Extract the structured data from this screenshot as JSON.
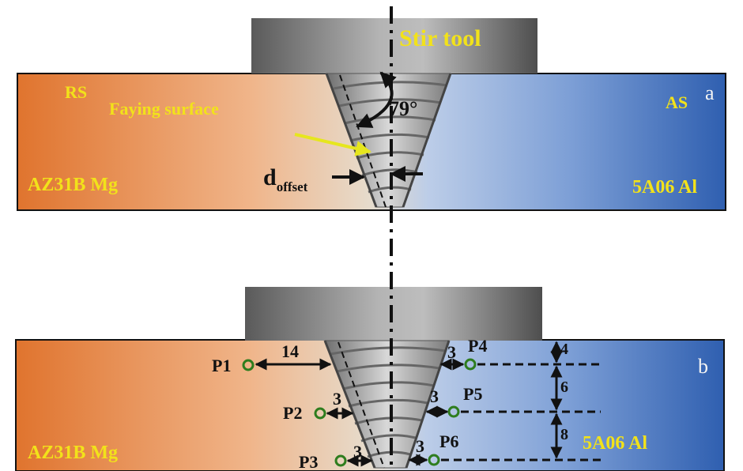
{
  "panel_a": {
    "tool_label": "Stir tool",
    "retreating_side": "RS",
    "advancing_side": "AS",
    "panel_letter": "a",
    "faying_surface": "Faying surface",
    "angle": "79°",
    "offset_main": "d",
    "offset_sub": "offset",
    "left_material": "AZ31B Mg",
    "right_material": "5A06 Al"
  },
  "panel_b": {
    "panel_letter": "b",
    "left_material": "AZ31B Mg",
    "right_material": "5A06 Al",
    "points": {
      "p1": "P1",
      "p2": "P2",
      "p3": "P3",
      "p4": "P4",
      "p5": "P5",
      "p6": "P6"
    },
    "distances": {
      "p1_to_pin": "14",
      "p2_to_pin": "3",
      "p3_to_pin": "3",
      "p4_to_pin": "3",
      "p5_to_pin": "3",
      "p6_to_pin": "3"
    },
    "depths": {
      "top_to_p4": "4",
      "p4_to_p5": "6",
      "p5_to_p6": "8"
    }
  },
  "colors": {
    "mg_side": "#e0742e",
    "al_side": "#2f5fb0",
    "label_yellow": "#f2e21a",
    "point_marker": "#2e7d1e"
  }
}
